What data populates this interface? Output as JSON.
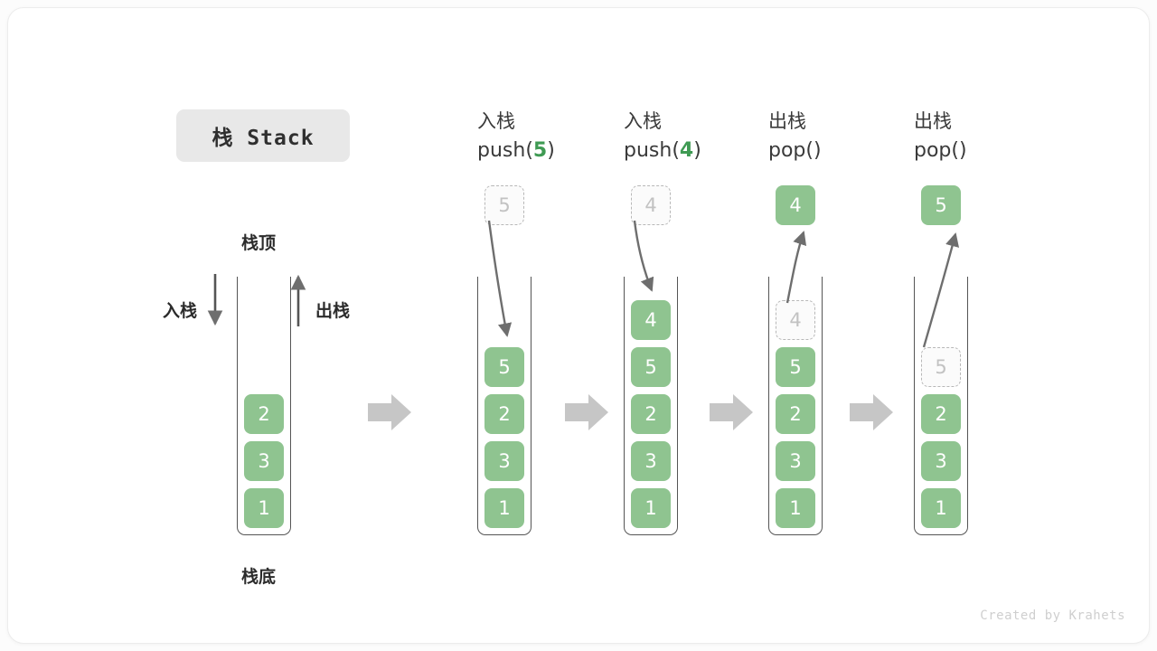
{
  "figure": {
    "title": "栈 Stack",
    "credit": "Created by Krahets",
    "accent_green": "#8fc490",
    "accent_green_text": "#3f9a53",
    "arrow_gray": "#c6c6c6",
    "line_gray": "#6e6e6e"
  },
  "first_stack": {
    "top_label": "栈顶",
    "bottom_label": "栈底",
    "push_label": "入栈",
    "pop_label": "出栈",
    "cells": [
      "2",
      "3",
      "1"
    ]
  },
  "steps": [
    {
      "op_cn": "入栈",
      "op_code_prefix": "push(",
      "op_code_arg": "5",
      "op_code_suffix": ")",
      "floating_cell": {
        "value": "5",
        "style": "ghost"
      },
      "stack_cells": [
        {
          "value": "5",
          "style": "solid"
        },
        {
          "value": "2",
          "style": "solid"
        },
        {
          "value": "3",
          "style": "solid"
        },
        {
          "value": "1",
          "style": "solid"
        }
      ]
    },
    {
      "op_cn": "入栈",
      "op_code_prefix": "push(",
      "op_code_arg": "4",
      "op_code_suffix": ")",
      "floating_cell": {
        "value": "4",
        "style": "ghost"
      },
      "stack_cells": [
        {
          "value": "4",
          "style": "solid"
        },
        {
          "value": "5",
          "style": "solid"
        },
        {
          "value": "2",
          "style": "solid"
        },
        {
          "value": "3",
          "style": "solid"
        },
        {
          "value": "1",
          "style": "solid"
        }
      ]
    },
    {
      "op_cn": "出栈",
      "op_code_prefix": "pop(",
      "op_code_arg": "",
      "op_code_suffix": ")",
      "floating_cell": {
        "value": "4",
        "style": "solid"
      },
      "stack_cells": [
        {
          "value": "4",
          "style": "ghost"
        },
        {
          "value": "5",
          "style": "solid"
        },
        {
          "value": "2",
          "style": "solid"
        },
        {
          "value": "3",
          "style": "solid"
        },
        {
          "value": "1",
          "style": "solid"
        }
      ]
    },
    {
      "op_cn": "出栈",
      "op_code_prefix": "pop(",
      "op_code_arg": "",
      "op_code_suffix": ")",
      "floating_cell": {
        "value": "5",
        "style": "solid"
      },
      "stack_cells": [
        {
          "value": "5",
          "style": "ghost"
        },
        {
          "value": "2",
          "style": "solid"
        },
        {
          "value": "3",
          "style": "solid"
        },
        {
          "value": "1",
          "style": "solid"
        }
      ]
    }
  ]
}
